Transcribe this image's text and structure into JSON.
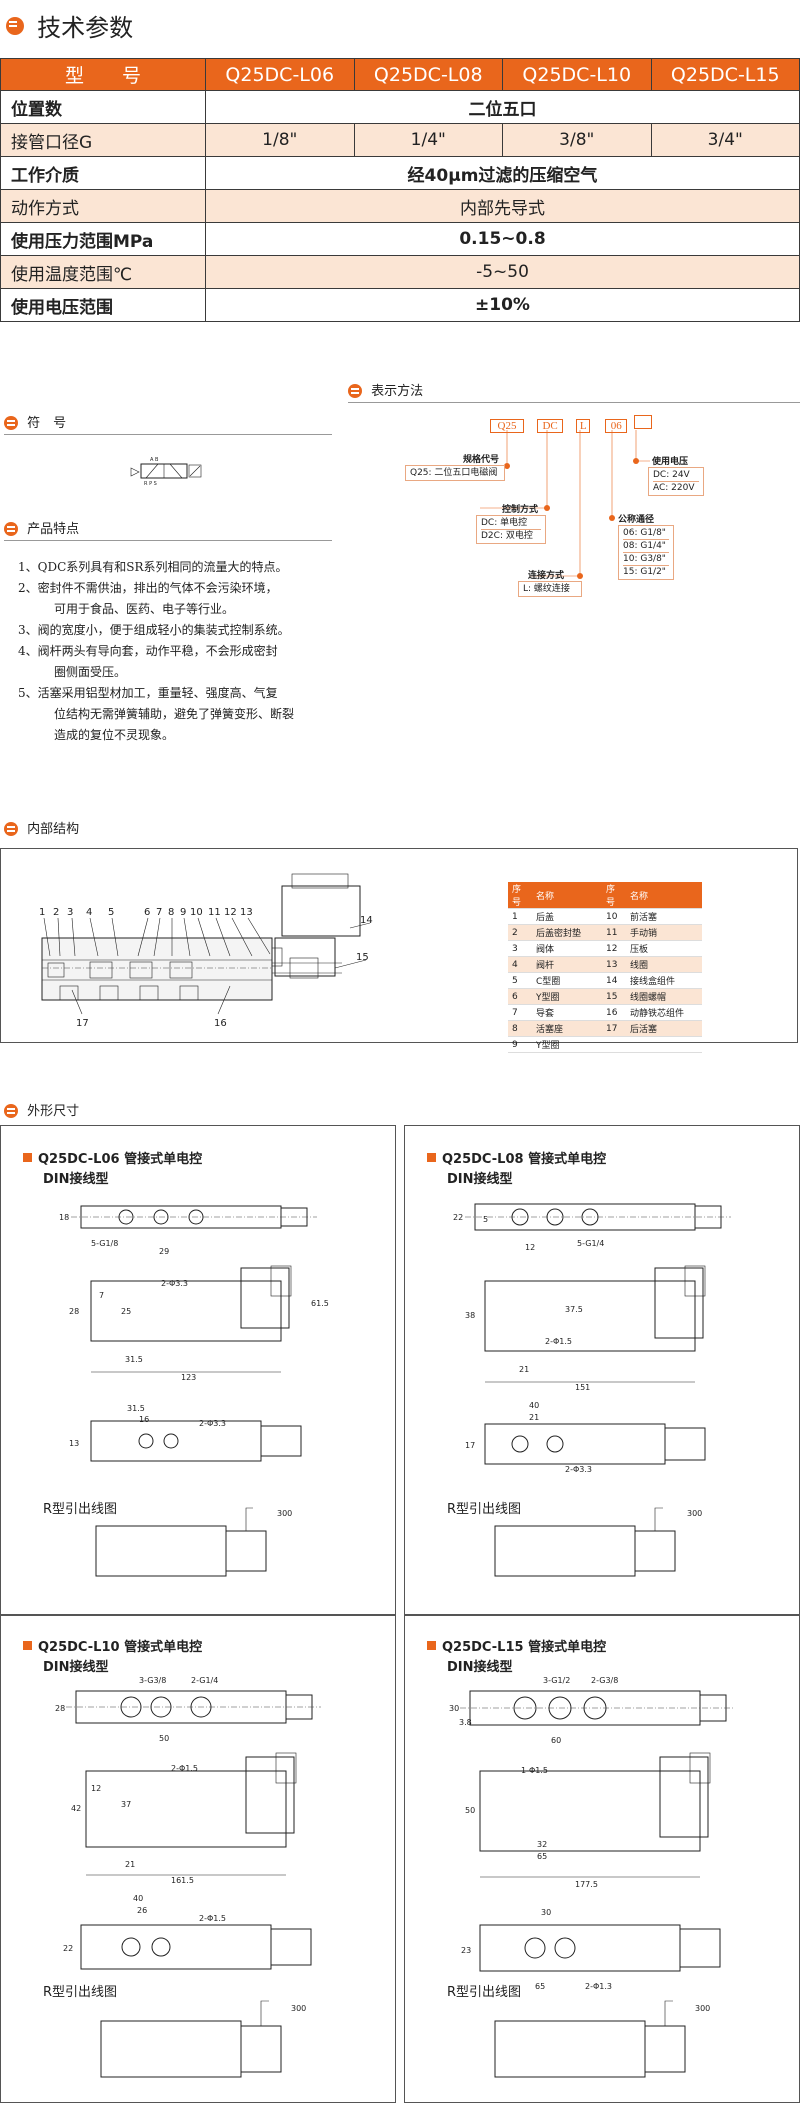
{
  "sections": {
    "tech": "技术参数",
    "symbol": "符　号",
    "notation": "表示方法",
    "features": "产品特点",
    "structure": "内部结构",
    "dimensions": "外形尺寸"
  },
  "spec_table": {
    "header_label": "型　　号",
    "models": [
      "Q25DC-L06",
      "Q25DC-L08",
      "Q25DC-L10",
      "Q25DC-L15"
    ],
    "rows": [
      {
        "label": "位置数",
        "value": "二位五口"
      },
      {
        "label": "接管口径G",
        "values": [
          "1/8\"",
          "1/4\"",
          "3/8\"",
          "3/4\""
        ]
      },
      {
        "label": "工作介质",
        "value": "经40μm过滤的压缩空气"
      },
      {
        "label": "动作方式",
        "value": "内部先导式"
      },
      {
        "label": "使用压力范围MPa",
        "value": "0.15~0.8"
      },
      {
        "label": "使用温度范围℃",
        "value": "-5~50"
      },
      {
        "label": "使用电压范围",
        "value": "±10%"
      }
    ]
  },
  "notation": {
    "codes": [
      "Q25",
      "DC",
      "L",
      "06",
      ""
    ],
    "series_title": "规格代号",
    "series_desc": "Q25: 二位五口电磁阀",
    "control_title": "控制方式",
    "control_opts": [
      "DC: 单电控",
      "D2C: 双电控"
    ],
    "conn_title": "连接方式",
    "conn_opts": [
      "L: 螺纹连接"
    ],
    "size_title": "公称通径",
    "size_opts": [
      "06: G1/8\"",
      "08: G1/4\"",
      "10: G3/8\"",
      "15: G1/2\""
    ],
    "voltage_title": "使用电压",
    "voltage_opts": [
      "DC: 24V",
      "AC: 220V"
    ]
  },
  "features": [
    "1、QDC系列具有和SR系列相同的流量大的特点。",
    "2、密封件不需供油，排出的气体不会污染环境，",
    "可用于食品、医药、电子等行业。",
    "3、阀的宽度小，便于组成轻小的集装式控制系统。",
    "4、阀杆两头有导向套，动作平稳，不会形成密封",
    "圈侧面受压。",
    "5、活塞采用铝型材加工，重量轻、强度高、气复",
    "位结构无需弹簧辅助，避免了弹簧变形、断裂",
    "造成的复位不灵现象。"
  ],
  "parts": {
    "head": [
      "序号",
      "名称",
      "序号",
      "名称"
    ],
    "rows": [
      [
        "1",
        "后盖",
        "10",
        "前活塞"
      ],
      [
        "2",
        "后盖密封垫",
        "11",
        "手动销"
      ],
      [
        "3",
        "阀体",
        "12",
        "压板"
      ],
      [
        "4",
        "阀杆",
        "13",
        "线圈"
      ],
      [
        "5",
        "C型圈",
        "14",
        "接线盒组件"
      ],
      [
        "6",
        "Y型圈",
        "15",
        "线圈螺帽"
      ],
      [
        "7",
        "导套",
        "16",
        "动静铁芯组件"
      ],
      [
        "8",
        "活塞座",
        "17",
        "后活塞"
      ],
      [
        "9",
        "Y型圈",
        "",
        ""
      ]
    ],
    "callouts": [
      "1",
      "2",
      "3",
      "4",
      "5",
      "6",
      "7",
      "8",
      "9",
      "10",
      "11",
      "12",
      "13",
      "14",
      "15",
      "16",
      "17"
    ]
  },
  "panels": [
    {
      "title": "Q25DC-L06 管接式单电控",
      "din": "DIN接线型",
      "r": "R型引出线图",
      "dims": [
        "18",
        "5-G1/8",
        "29",
        "2-Φ3.3",
        "28",
        "25",
        "7",
        "31.5",
        "123",
        "61.5",
        "31.5",
        "16",
        "2-Φ3.3",
        "13",
        "300"
      ]
    },
    {
      "title": "Q25DC-L08 管接式单电控",
      "din": "DIN接线型",
      "r": "R型引出线图",
      "dims": [
        "22",
        "5",
        "12",
        "5-G1/4",
        "38",
        "37.5",
        "2-Φ1.5",
        "21",
        "151",
        "40",
        "21",
        "17",
        "2-Φ3.3",
        "300"
      ]
    },
    {
      "title": "Q25DC-L10 管接式单电控",
      "din": "DIN接线型",
      "r": "R型引出线图",
      "dims": [
        "28",
        "3-G3/8",
        "2-G1/4",
        "50",
        "2-Φ1.5",
        "42",
        "12",
        "37",
        "21",
        "161.5",
        "40",
        "26",
        "2-Φ1.5",
        "22",
        "300"
      ]
    },
    {
      "title": "Q25DC-L15 管接式单电控",
      "din": "DIN接线型",
      "r": "R型引出线图",
      "dims": [
        "30",
        "3.8",
        "3-G1/2",
        "2-G3/8",
        "60",
        "1-Φ1.5",
        "50",
        "32",
        "65",
        "177.5",
        "30",
        "23",
        "65",
        "2-Φ1.3",
        "300"
      ]
    }
  ]
}
